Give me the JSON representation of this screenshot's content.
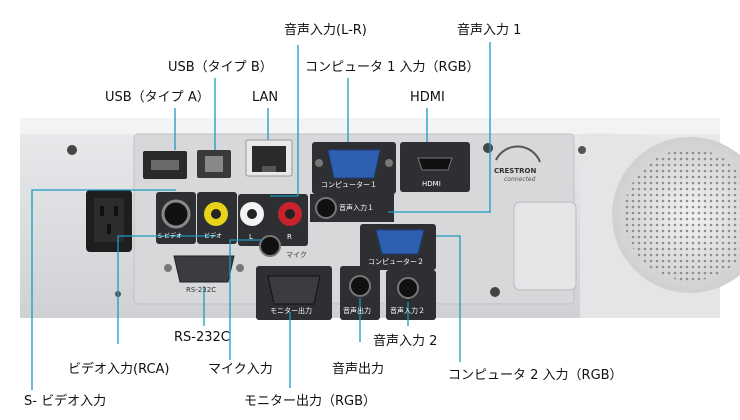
{
  "callouts": {
    "usb_type_a": "USB（タイプ A）",
    "usb_type_b": "USB（タイプ B）",
    "lan": "LAN",
    "audio_in_lr": "音声入力(L-R)",
    "computer1_in": "コンピュータ 1 入力（RGB）",
    "audio_in_1": "音声入力 1",
    "hdmi": "HDMI",
    "rs232c": "RS-232C",
    "video_in_rca": "ビデオ入力(RCA)",
    "mic_in": "マイク入力",
    "audio_out": "音声出力",
    "audio_in_2": "音声入力 2",
    "computer2_in": "コンピュータ 2 入力（RGB）",
    "s_video_in": "S- ビデオ入力",
    "monitor_out": "モニター出力（RGB）"
  },
  "panel_text": {
    "computer1": "コンピューター１",
    "audio_in_1": "音声入力１",
    "hdmi": "HDMI",
    "crestron": "CRESTRON",
    "crestron_sub": "connected",
    "s_video": "S-ビデオ",
    "video": "ビデオ",
    "left": "L",
    "right": "R",
    "mic": "マイク",
    "rs232c": "RS-232C",
    "monitor_out": "モニター出力",
    "audio_out": "音声出力",
    "computer2": "コンピューター２",
    "audio_in_2": "音声入力２"
  },
  "colors": {
    "video_jack": "#e8d21a",
    "left_jack": "#f4f4f4",
    "right_jack": "#c8232c",
    "vga_port": "#2f5fb0",
    "panel_gray": "#d9dadc",
    "leader_line": "#1a9ac0"
  }
}
